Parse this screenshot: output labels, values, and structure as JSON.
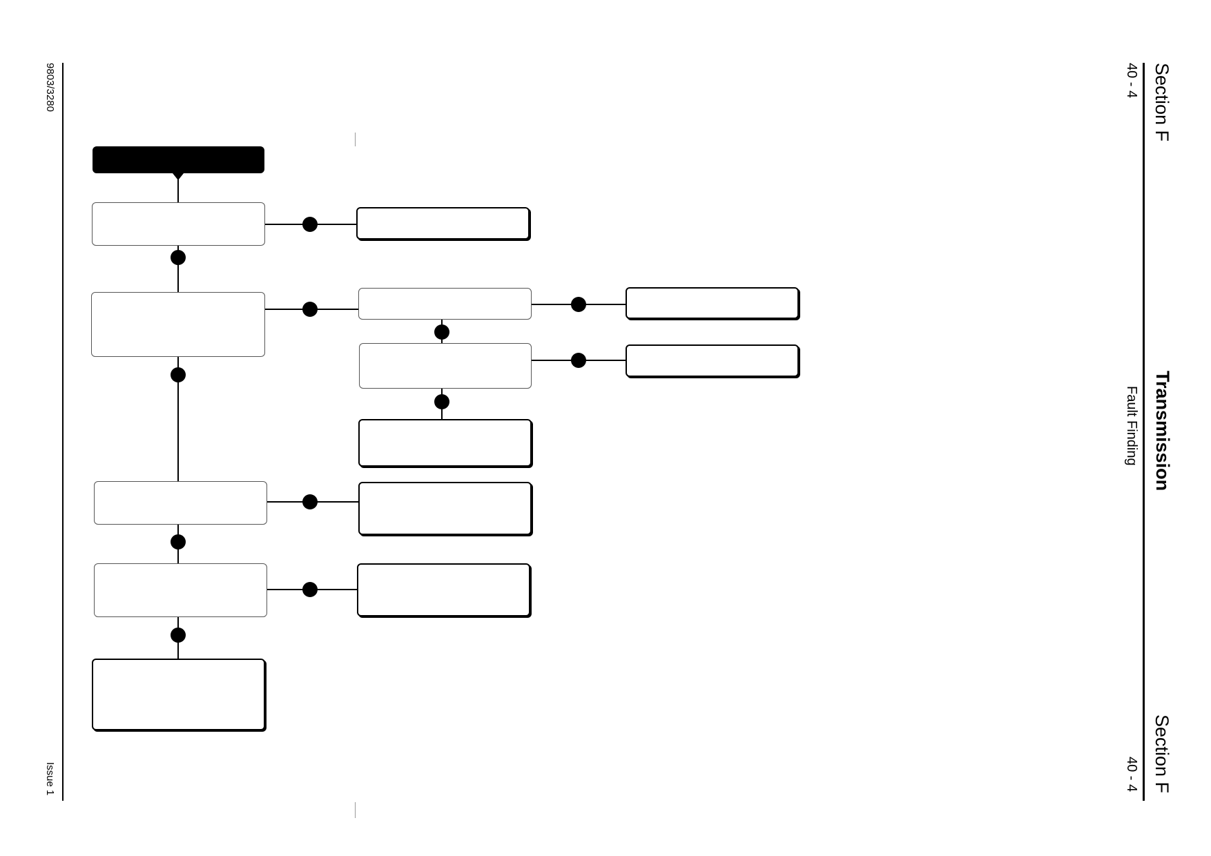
{
  "header": {
    "section_left": "Section F",
    "page_left": "40 - 4",
    "title": "Transmission",
    "subtitle": "Fault Finding",
    "section_right": "Section F",
    "page_right": "40 - 4"
  },
  "footer": {
    "doc_number": "9803/3280",
    "issue": "Issue 1"
  },
  "flowchart": {
    "nodes": [
      {
        "id": "start"
      },
      {
        "id": "q1"
      },
      {
        "id": "a1"
      },
      {
        "id": "q2"
      },
      {
        "id": "q2a"
      },
      {
        "id": "a2"
      },
      {
        "id": "q2b"
      },
      {
        "id": "a3"
      },
      {
        "id": "a4"
      },
      {
        "id": "q3"
      },
      {
        "id": "a5"
      },
      {
        "id": "q4"
      },
      {
        "id": "a6"
      },
      {
        "id": "end"
      }
    ]
  }
}
